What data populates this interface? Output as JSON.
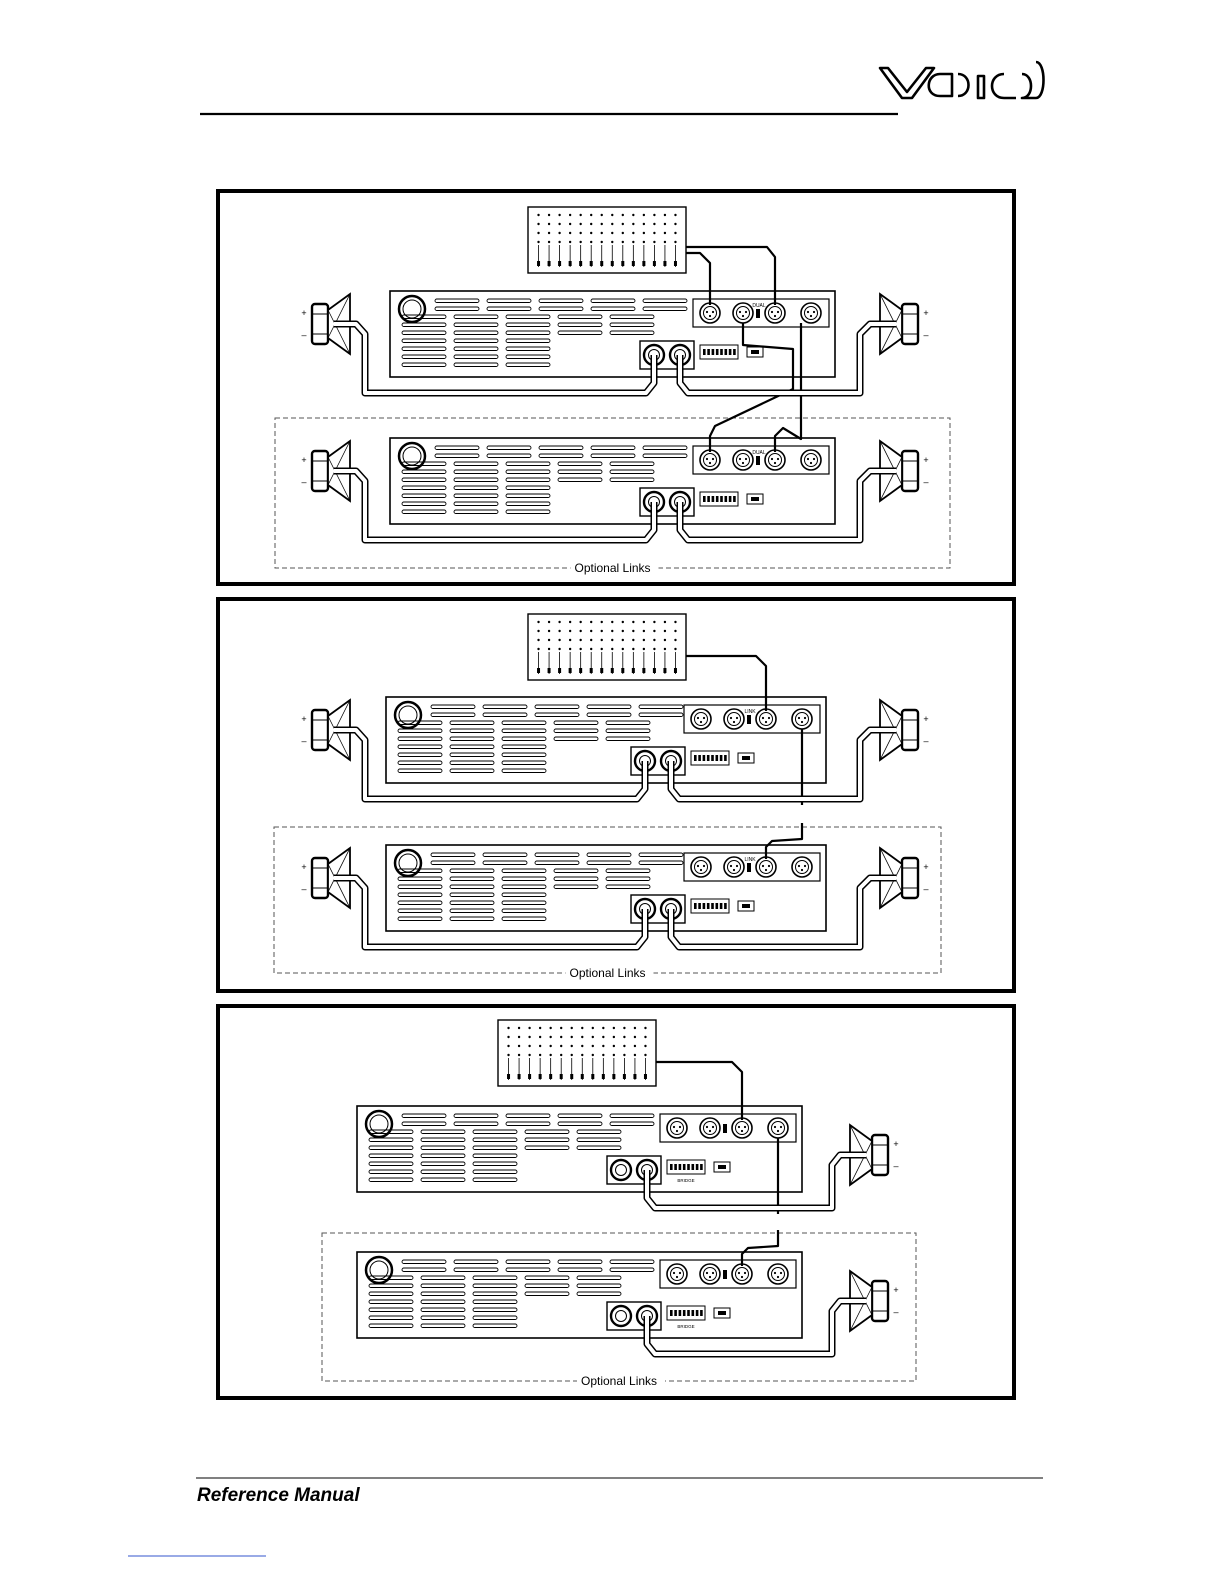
{
  "header": {
    "logo_text": "Void",
    "logo_name": "void-logo"
  },
  "diagrams": [
    {
      "name": "diagram-dual-mode",
      "mode_label": "DUAL",
      "bridge_label": "",
      "optional_links_label": "Optional Links",
      "speakers_per_amp": 2
    },
    {
      "name": "diagram-link-mode",
      "mode_label": "LINK",
      "bridge_label": "",
      "optional_links_label": "Optional Links",
      "speakers_per_amp": 2
    },
    {
      "name": "diagram-bridge-mode",
      "mode_label": "",
      "bridge_label": "BRIDGE",
      "optional_links_label": "Optional Links",
      "speakers_per_amp": 1
    }
  ],
  "speaker_polarity": {
    "plus": "+",
    "minus": "–"
  },
  "footer": {
    "title": "Reference Manual"
  }
}
